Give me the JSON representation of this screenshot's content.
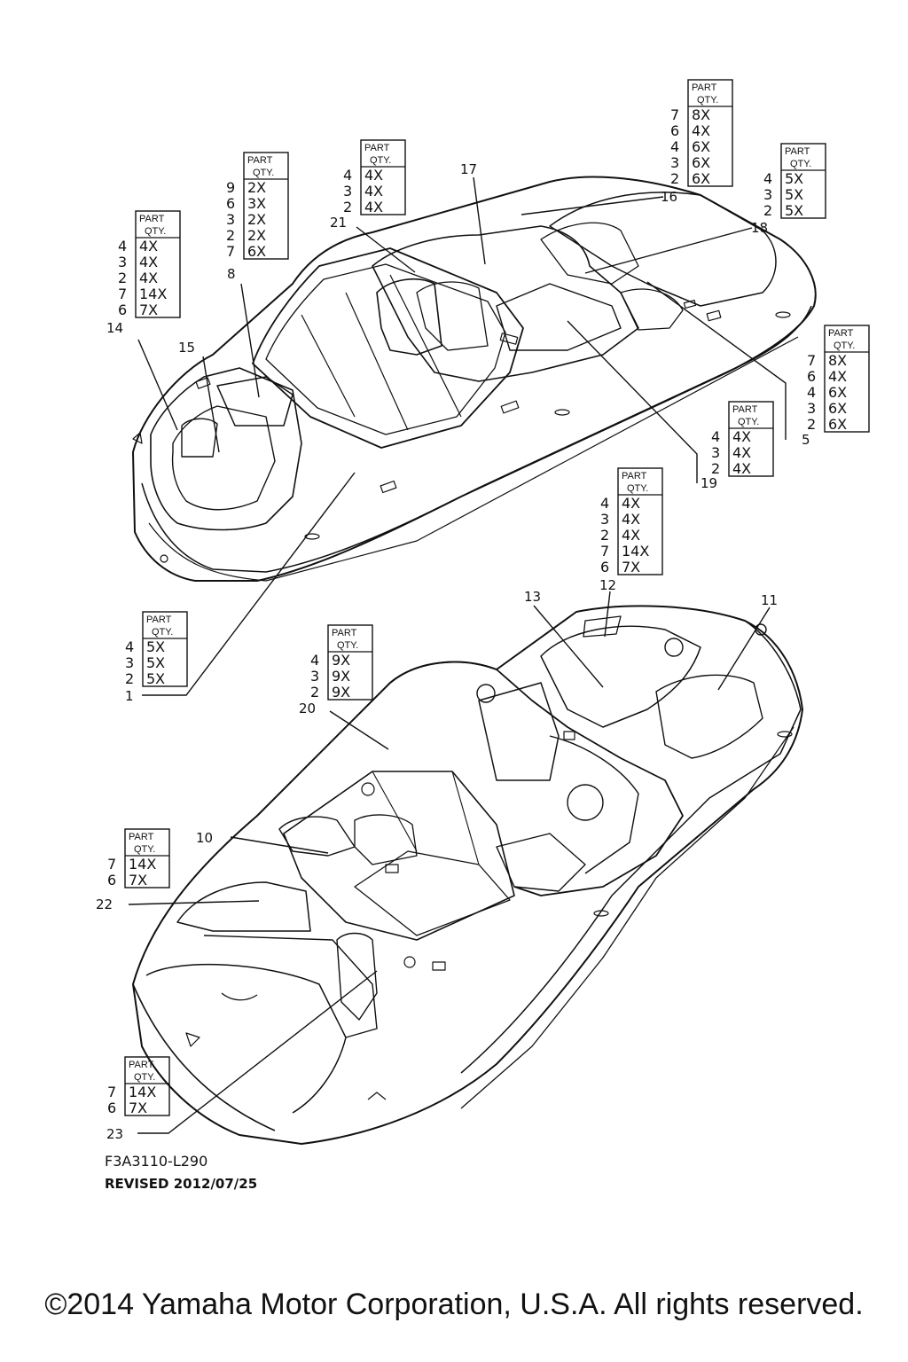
{
  "diagram": {
    "reference_code": "F3A3110-L290",
    "revised": "REVISED 2012/07/25",
    "copyright": "©2014 Yamaha Motor Corporation, U.S.A. All rights reserved.",
    "table_header_part": "PART",
    "table_header_qty": "QTY.",
    "callouts": [
      {
        "id": "c1",
        "label": "1"
      },
      {
        "id": "c5",
        "label": "5"
      },
      {
        "id": "c8",
        "label": "8"
      },
      {
        "id": "c10",
        "label": "10"
      },
      {
        "id": "c11",
        "label": "11"
      },
      {
        "id": "c12",
        "label": "12"
      },
      {
        "id": "c13",
        "label": "13"
      },
      {
        "id": "c14",
        "label": "14"
      },
      {
        "id": "c15",
        "label": "15"
      },
      {
        "id": "c16",
        "label": "16"
      },
      {
        "id": "c17",
        "label": "17"
      },
      {
        "id": "c18",
        "label": "18"
      },
      {
        "id": "c19",
        "label": "19"
      },
      {
        "id": "c20",
        "label": "20"
      },
      {
        "id": "c21",
        "label": "21"
      },
      {
        "id": "c22",
        "label": "22"
      },
      {
        "id": "c23",
        "label": "23"
      }
    ],
    "qty_tables": [
      {
        "id": "t14",
        "rows": [
          [
            "4",
            "4X"
          ],
          [
            "3",
            "4X"
          ],
          [
            "2",
            "4X"
          ],
          [
            "7",
            "14X"
          ],
          [
            "6",
            "7X"
          ]
        ]
      },
      {
        "id": "t8",
        "rows": [
          [
            "9",
            "2X"
          ],
          [
            "6",
            "3X"
          ],
          [
            "3",
            "2X"
          ],
          [
            "2",
            "2X"
          ],
          [
            "7",
            "6X"
          ]
        ]
      },
      {
        "id": "t21",
        "rows": [
          [
            "4",
            "4X"
          ],
          [
            "3",
            "4X"
          ],
          [
            "2",
            "4X"
          ]
        ]
      },
      {
        "id": "t16",
        "rows": [
          [
            "7",
            "8X"
          ],
          [
            "6",
            "4X"
          ],
          [
            "4",
            "6X"
          ],
          [
            "3",
            "6X"
          ],
          [
            "2",
            "6X"
          ]
        ]
      },
      {
        "id": "t18",
        "rows": [
          [
            "4",
            "5X"
          ],
          [
            "3",
            "5X"
          ],
          [
            "2",
            "5X"
          ]
        ]
      },
      {
        "id": "t5",
        "rows": [
          [
            "7",
            "8X"
          ],
          [
            "6",
            "4X"
          ],
          [
            "4",
            "6X"
          ],
          [
            "3",
            "6X"
          ],
          [
            "2",
            "6X"
          ]
        ]
      },
      {
        "id": "t19",
        "rows": [
          [
            "4",
            "4X"
          ],
          [
            "3",
            "4X"
          ],
          [
            "2",
            "4X"
          ]
        ]
      },
      {
        "id": "t12",
        "rows": [
          [
            "4",
            "4X"
          ],
          [
            "3",
            "4X"
          ],
          [
            "2",
            "4X"
          ],
          [
            "7",
            "14X"
          ],
          [
            "6",
            "7X"
          ]
        ]
      },
      {
        "id": "t1",
        "rows": [
          [
            "4",
            "5X"
          ],
          [
            "3",
            "5X"
          ],
          [
            "2",
            "5X"
          ]
        ]
      },
      {
        "id": "t20",
        "rows": [
          [
            "4",
            "9X"
          ],
          [
            "3",
            "9X"
          ],
          [
            "2",
            "9X"
          ]
        ]
      },
      {
        "id": "t22",
        "rows": [
          [
            "7",
            "14X"
          ],
          [
            "6",
            "7X"
          ]
        ]
      },
      {
        "id": "t23",
        "rows": [
          [
            "7",
            "14X"
          ],
          [
            "6",
            "7X"
          ]
        ]
      }
    ]
  }
}
